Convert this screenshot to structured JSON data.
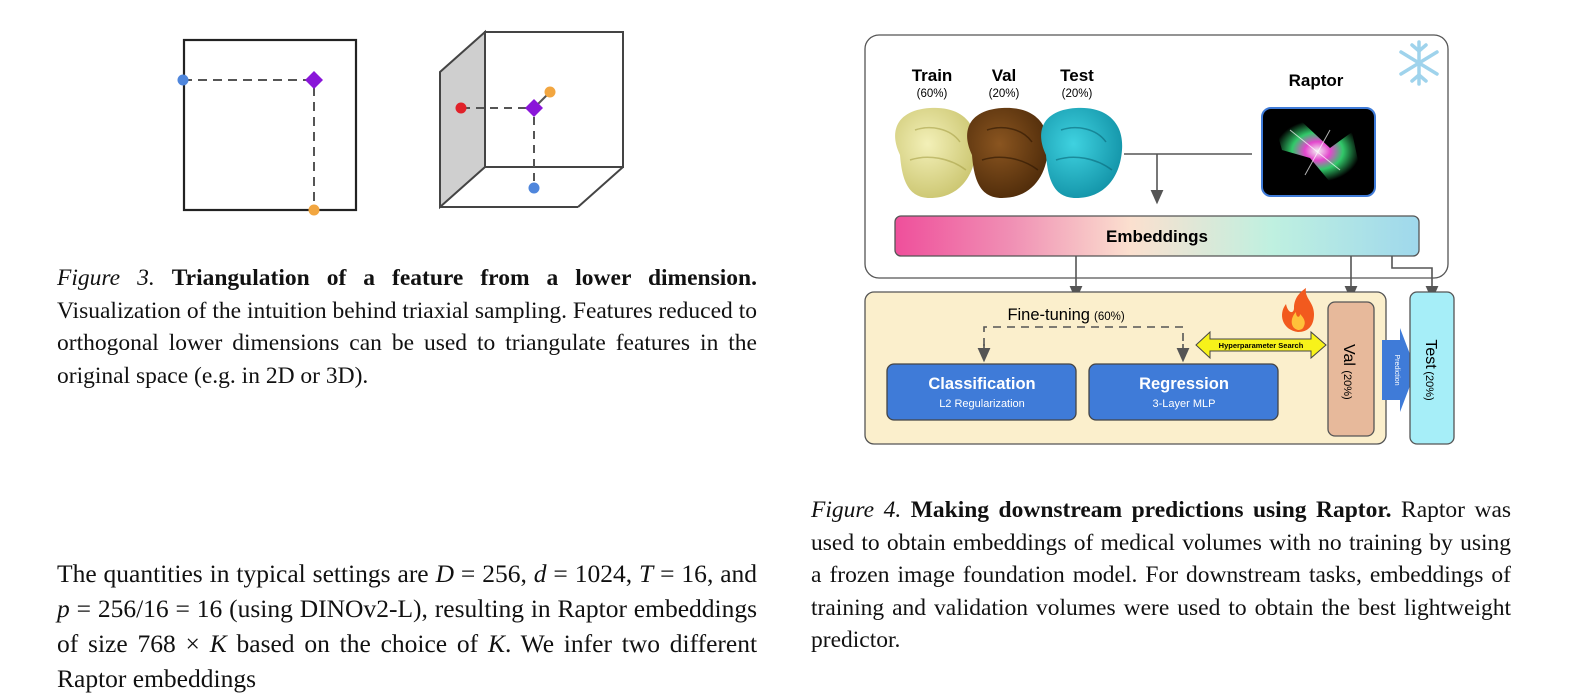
{
  "figure3": {
    "label": "Figure 3.",
    "title": "Triangulation of a feature from a lower dimension.",
    "text": "Visualization of the intuition behind triaxial sampling. Features reduced to orthogonal lower dimensions can be used to triangulate features in the original space (e.g. in 2D or 3D)."
  },
  "figure4": {
    "label": "Figure 4.",
    "title": "Making downstream predictions using Raptor.",
    "text": "Raptor was used to obtain embeddings of medical volumes with no training by using a frozen image foundation model. For downstream tasks, embeddings of training and validation volumes were used to obtain the best lightweight predictor.",
    "diagram": {
      "splits": [
        {
          "name": "Train",
          "pct": "(60%)"
        },
        {
          "name": "Val",
          "pct": "(20%)"
        },
        {
          "name": "Test",
          "pct": "(20%)"
        }
      ],
      "raptor_label": "Raptor",
      "embeddings_label": "Embeddings",
      "finetune_label": "Fine-tuning",
      "finetune_pct": "(60%)",
      "hyperparam_label": "Hyperparameter Search",
      "classification": {
        "title": "Classification",
        "sub": "L2 Regularization"
      },
      "regression": {
        "title": "Regression",
        "sub": "3-Layer MLP"
      },
      "val_box": {
        "name": "Val",
        "pct": "(20%)"
      },
      "prediction_label": "Prediction",
      "test_box": {
        "name": "Test",
        "pct": "(20%)"
      },
      "snowflake_icon": "snowflake-icon",
      "fire_icon": "fire-icon",
      "colors": {
        "train_brain": "#e7e49a",
        "val_brain": "#6b3d10",
        "test_brain": "#22b8c8",
        "model_blue": "#3f7bd8",
        "finetune_bg": "#fbefcc",
        "val_box": "#e7b99b",
        "test_box": "#a6eef8",
        "hyperparam": "#f7f21a",
        "snowflake": "#9fd3ec"
      }
    }
  },
  "body": {
    "line1_a": "The quantities in typical settings are",
    "line2_c": ", and",
    "line2_e": "(using DINOv2-L),",
    "line3_a": "resulting in Raptor embeddings of size",
    "line3_c": "based on",
    "line4_a": "the choice of",
    "line4_c": ". We infer two different Raptor embeddings",
    "math": {
      "D": "D",
      "D_val": "= 256,",
      "d": "d",
      "d_eq": "=",
      "d_val": "1024,",
      "T": "T",
      "T_val": "= 16",
      "p": "p",
      "p_val": "= 256/16 = 16",
      "size": "768 ×",
      "K": "K"
    }
  }
}
